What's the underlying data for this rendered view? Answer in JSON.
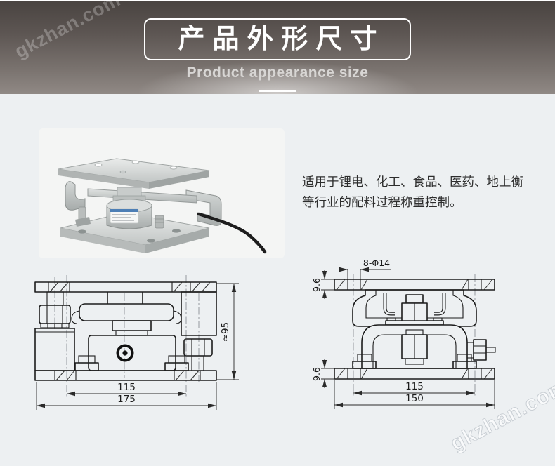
{
  "banner": {
    "title": "产品外形尺寸",
    "subtitle": "Product appearance size"
  },
  "watermark": {
    "text": "gkzhan.com"
  },
  "intro": {
    "line1": "适用于锂电、化工、食品、医药、地上衡",
    "line2": "等行业的配料过程称重控制。"
  },
  "drawings": {
    "front_view": {
      "dim_inner_width": "115",
      "dim_outer_width": "175",
      "dim_height": "≈95"
    },
    "side_view": {
      "dim_holes": "8-Φ14",
      "dim_top_plate": "9.6",
      "dim_bottom_plate": "9.6",
      "dim_inner_width": "115",
      "dim_outer_width": "150"
    }
  },
  "colors": {
    "page_bg": "#edf0f2",
    "banner_top": "#4a4441",
    "banner_bottom": "#908985",
    "title_text": "#ffffff",
    "subtitle_text": "#d8d6d4",
    "body_text": "#2d2d2d",
    "drawing_stroke": "#1c1c1c"
  }
}
